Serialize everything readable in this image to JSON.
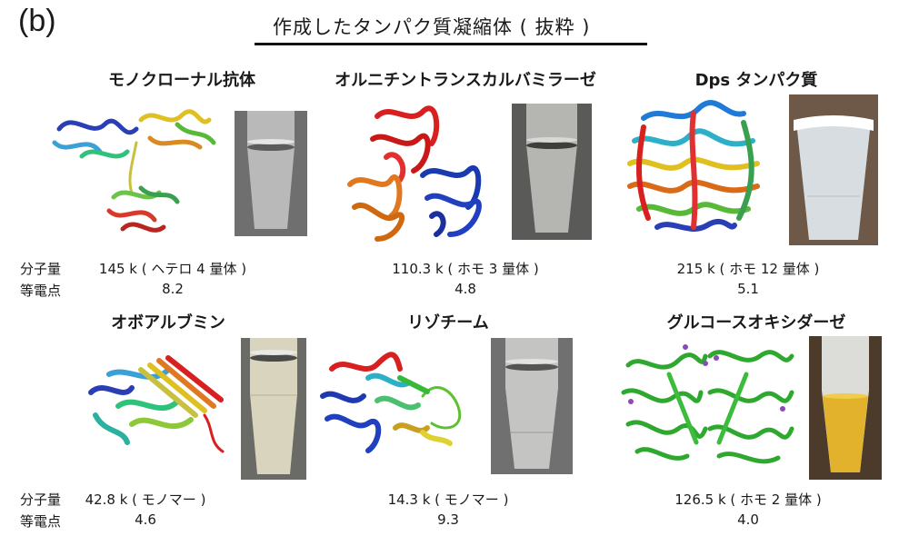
{
  "panel_label": "(b)",
  "title": "作成したタンパク質凝縮体 ( 抜粋 )",
  "row_labels": {
    "mw": "分子量",
    "pi": "等電点"
  },
  "proteins": [
    {
      "name": "モノクローナル抗体",
      "mw": "145 k ( ヘテロ 4 量体 )",
      "pi": "8.2",
      "tube_tint": "#b9b9b9"
    },
    {
      "name": "オルニチントランスカルバミラーゼ",
      "mw": "110.3 k ( ホモ 3 量体 )",
      "pi": "4.8",
      "tube_tint": "#b5b5b2"
    },
    {
      "name": "Dps タンパク質",
      "mw": "215 k ( ホモ 12 量体 )",
      "pi": "5.1",
      "tube_tint": "#d8dde2"
    },
    {
      "name": "オボアルブミン",
      "mw": "42.8 k ( モノマー )",
      "pi": "4.6",
      "tube_tint": "#d9d4bd"
    },
    {
      "name": "リゾチーム",
      "mw": "14.3 k ( モノマー )",
      "pi": "9.3",
      "tube_tint": "#c4c4c2"
    },
    {
      "name": "グルコースオキシダーゼ",
      "mw": "126.5 k ( ホモ 2 量体 )",
      "pi": "4.0",
      "tube_tint": "#e2b22c"
    }
  ]
}
